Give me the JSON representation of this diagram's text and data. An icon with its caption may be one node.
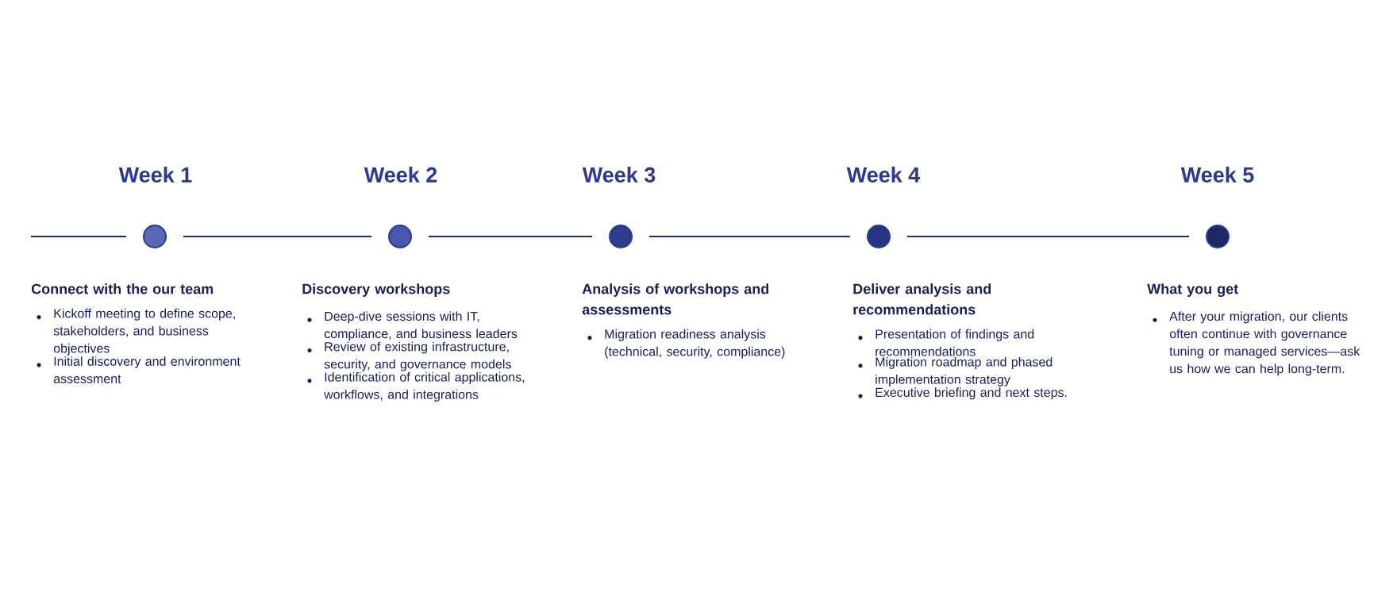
{
  "diagram": {
    "nodes": [
      {
        "text": [],
        "shape": "circle",
        "beside": [
          "Week 1",
          "Connect with the our team",
          "Kickoff meeting to define scope, stakeholders, and business objectives",
          "Initial discovery and environment assessment"
        ]
      },
      {
        "text": [],
        "shape": "circle",
        "beside": [
          "Week 2",
          "Discovery workshops",
          "Deep-dive sessions with IT, compliance, and business leaders",
          "Review of existing infrastructure, security, and governance models",
          "Identification of critical applications, workflows, and integrations"
        ]
      },
      {
        "text": [],
        "shape": "circle",
        "beside": [
          "Week 3",
          "Analysis of workshops and assessments",
          "Migration readiness analysis (technical, security, compliance)"
        ]
      },
      {
        "text": [],
        "shape": "circle",
        "beside": [
          "Week 4",
          "Deliver analysis and recommendations",
          "Presentation of findings and recommendations",
          "Migration roadmap and phased implementation strategy",
          "Executive briefing and next steps."
        ]
      },
      {
        "text": [],
        "shape": "circle",
        "beside": [
          "Week 5",
          "What you get",
          "After your migration, our clients often continue with governance tuning or managed services—ask us how we can help long-term."
        ]
      }
    ],
    "edges": [
      {
        "from": null,
        "to": 0,
        "arrow": "none"
      },
      {
        "from": 0,
        "to": 1,
        "arrow": "none"
      },
      {
        "from": 1,
        "to": 2,
        "arrow": "none"
      },
      {
        "from": 2,
        "to": 3,
        "arrow": "none"
      },
      {
        "from": 3,
        "to": 4,
        "arrow": "none"
      }
    ]
  }
}
